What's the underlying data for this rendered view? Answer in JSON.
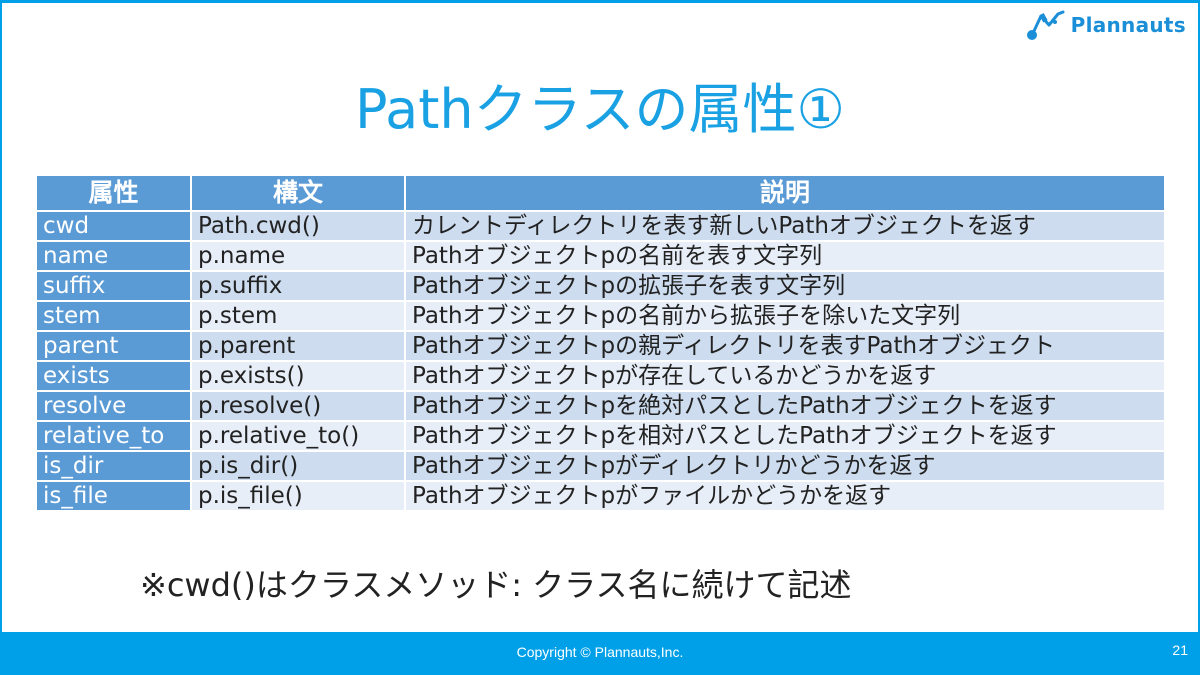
{
  "header": {
    "logo_text": "Plannauts",
    "brand_color": "#1a8fd8",
    "frame_color": "#00a0e9"
  },
  "title": "Pathクラスの属性①",
  "table": {
    "header_color": "#5b9bd5",
    "columns": [
      "属性",
      "構文",
      "説明"
    ],
    "rows": [
      {
        "attr": "cwd",
        "syntax": "Path.cwd()",
        "desc": "カレントディレクトリを表す新しいPathオブジェクトを返す"
      },
      {
        "attr": "name",
        "syntax": "p.name",
        "desc": "Pathオブジェクトpの名前を表す文字列"
      },
      {
        "attr": "suffix",
        "syntax": "p.suffix",
        "desc": "Pathオブジェクトpの拡張子を表す文字列"
      },
      {
        "attr": "stem",
        "syntax": "p.stem",
        "desc": "Pathオブジェクトpの名前から拡張子を除いた文字列"
      },
      {
        "attr": "parent",
        "syntax": "p.parent",
        "desc": "Pathオブジェクトpの親ディレクトリを表すPathオブジェクト"
      },
      {
        "attr": "exists",
        "syntax": "p.exists()",
        "desc": "Pathオブジェクトpが存在しているかどうかを返す"
      },
      {
        "attr": "resolve",
        "syntax": "p.resolve()",
        "desc": "Pathオブジェクトpを絶対パスとしたPathオブジェクトを返す"
      },
      {
        "attr": "relative_to",
        "syntax": "p.relative_to()",
        "desc": "Pathオブジェクトpを相対パスとしたPathオブジェクトを返す"
      },
      {
        "attr": "is_dir",
        "syntax": "p.is_dir()",
        "desc": "Pathオブジェクトpがディレクトリかどうかを返す"
      },
      {
        "attr": "is_file",
        "syntax": "p.is_file()",
        "desc": "Pathオブジェクトpがファイルかどうかを返す"
      }
    ]
  },
  "note": "※cwd()はクラスメソッド: クラス名に続けて記述",
  "footer": {
    "copyright": "Copyright © Plannauts,Inc.",
    "page_number": "21"
  }
}
